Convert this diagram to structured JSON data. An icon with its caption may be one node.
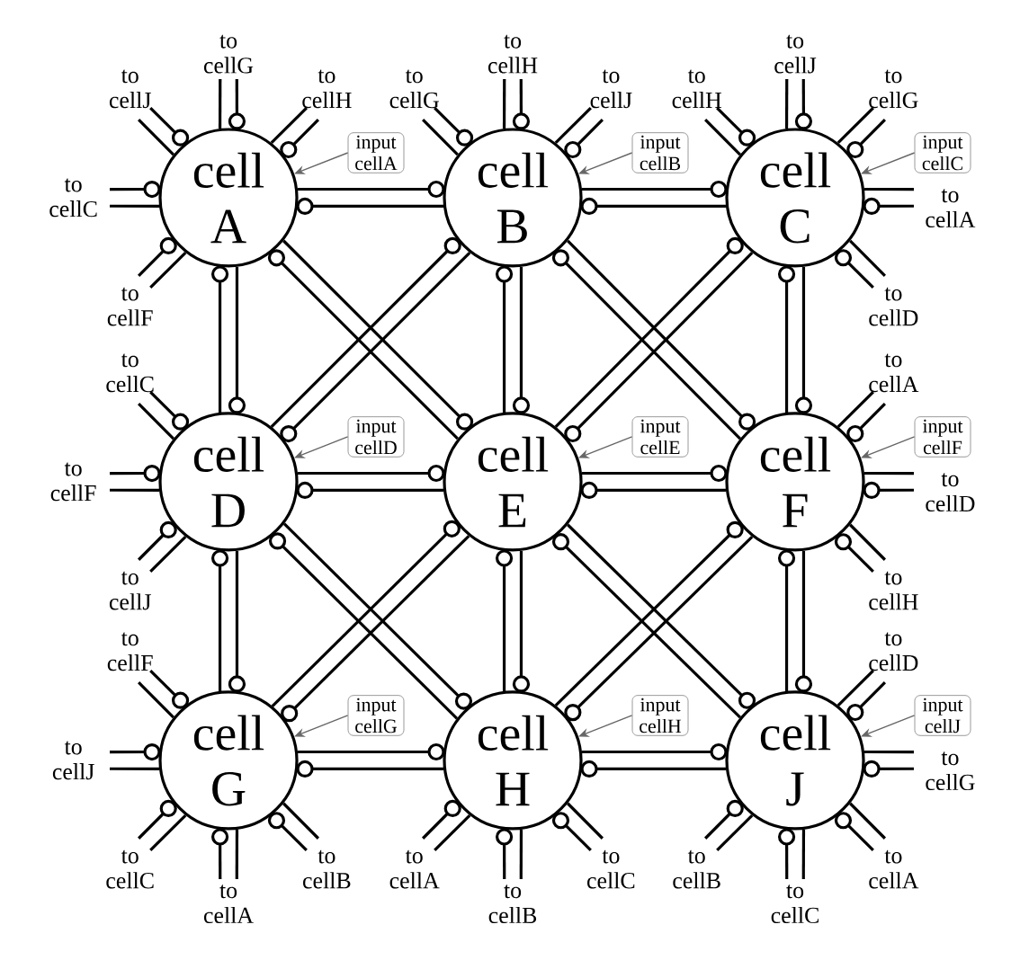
{
  "diagram": {
    "nodes": [
      {
        "text": [
          "cell",
          "A"
        ]
      },
      {
        "text": [
          "cell",
          "B"
        ]
      },
      {
        "text": [
          "cell",
          "C"
        ]
      },
      {
        "text": [
          "cell",
          "D"
        ]
      },
      {
        "text": [
          "cell",
          "E"
        ]
      },
      {
        "text": [
          "cell",
          "F"
        ]
      },
      {
        "text": [
          "cell",
          "G"
        ]
      },
      {
        "text": [
          "cell",
          "H"
        ]
      },
      {
        "text": [
          "cell",
          "J"
        ]
      },
      {
        "text": [
          "input cellA"
        ]
      },
      {
        "text": [
          "input cellB"
        ]
      },
      {
        "text": [
          "input cellC"
        ]
      },
      {
        "text": [
          "input cellD"
        ]
      },
      {
        "text": [
          "input cellE"
        ]
      },
      {
        "text": [
          "input cellF"
        ]
      },
      {
        "text": [
          "input cellG"
        ]
      },
      {
        "text": [
          "input cellH"
        ]
      },
      {
        "text": [
          "input cellJ"
        ]
      },
      {
        "text": [
          "to cellJ"
        ]
      },
      {
        "text": [
          "to cellG"
        ]
      },
      {
        "text": [
          "to cellH"
        ]
      },
      {
        "text": [
          "to cellC"
        ]
      },
      {
        "text": [
          "to cellF"
        ]
      },
      {
        "text": [
          "to cellG"
        ]
      },
      {
        "text": [
          "to cellH"
        ]
      },
      {
        "text": [
          "to cellJ"
        ]
      },
      {
        "text": [
          "to cellH"
        ]
      },
      {
        "text": [
          "to cellJ"
        ]
      },
      {
        "text": [
          "to cellG"
        ]
      },
      {
        "text": [
          "to cellA"
        ]
      },
      {
        "text": [
          "to cellD"
        ]
      },
      {
        "text": [
          "to cellC"
        ]
      },
      {
        "text": [
          "to cellF"
        ]
      },
      {
        "text": [
          "to cellJ"
        ]
      },
      {
        "text": [
          "to cellA"
        ]
      },
      {
        "text": [
          "to cellD"
        ]
      },
      {
        "text": [
          "to cellH"
        ]
      },
      {
        "text": [
          "to cellF"
        ]
      },
      {
        "text": [
          "to cellJ"
        ]
      },
      {
        "text": [
          "to cellC"
        ]
      },
      {
        "text": [
          "to cellA"
        ]
      },
      {
        "text": [
          "to cellB"
        ]
      },
      {
        "text": [
          "to cellA"
        ]
      },
      {
        "text": [
          "to cellB"
        ]
      },
      {
        "text": [
          "to cellC"
        ]
      },
      {
        "text": [
          "to cellD"
        ]
      },
      {
        "text": [
          "to cellG"
        ]
      },
      {
        "text": [
          "to cellA"
        ]
      },
      {
        "text": [
          "to cellC"
        ]
      },
      {
        "text": [
          "to cellB"
        ]
      }
    ],
    "edges": [
      {
        "from": 0,
        "to": 1,
        "arrow": "other"
      },
      {
        "from": 1,
        "to": 0,
        "arrow": "other"
      },
      {
        "from": 1,
        "to": 2,
        "arrow": "other"
      },
      {
        "from": 2,
        "to": 1,
        "arrow": "other"
      },
      {
        "from": 3,
        "to": 4,
        "arrow": "other"
      },
      {
        "from": 4,
        "to": 3,
        "arrow": "other"
      },
      {
        "from": 4,
        "to": 5,
        "arrow": "other"
      },
      {
        "from": 5,
        "to": 4,
        "arrow": "other"
      },
      {
        "from": 6,
        "to": 7,
        "arrow": "other"
      },
      {
        "from": 7,
        "to": 6,
        "arrow": "other"
      },
      {
        "from": 7,
        "to": 8,
        "arrow": "other"
      },
      {
        "from": 8,
        "to": 7,
        "arrow": "other"
      },
      {
        "from": 0,
        "to": 3,
        "arrow": "other"
      },
      {
        "from": 3,
        "to": 0,
        "arrow": "other"
      },
      {
        "from": 3,
        "to": 6,
        "arrow": "other"
      },
      {
        "from": 6,
        "to": 3,
        "arrow": "other"
      },
      {
        "from": 1,
        "to": 4,
        "arrow": "other"
      },
      {
        "from": 4,
        "to": 1,
        "arrow": "other"
      },
      {
        "from": 4,
        "to": 7,
        "arrow": "other"
      },
      {
        "from": 7,
        "to": 4,
        "arrow": "other"
      },
      {
        "from": 2,
        "to": 5,
        "arrow": "other"
      },
      {
        "from": 5,
        "to": 2,
        "arrow": "other"
      },
      {
        "from": 5,
        "to": 8,
        "arrow": "other"
      },
      {
        "from": 8,
        "to": 5,
        "arrow": "other"
      },
      {
        "from": 0,
        "to": 4,
        "arrow": "other"
      },
      {
        "from": 4,
        "to": 0,
        "arrow": "other"
      },
      {
        "from": 1,
        "to": 3,
        "arrow": "other"
      },
      {
        "from": 3,
        "to": 1,
        "arrow": "other"
      },
      {
        "from": 1,
        "to": 5,
        "arrow": "other"
      },
      {
        "from": 5,
        "to": 1,
        "arrow": "other"
      },
      {
        "from": 2,
        "to": 4,
        "arrow": "other"
      },
      {
        "from": 4,
        "to": 2,
        "arrow": "other"
      },
      {
        "from": 3,
        "to": 7,
        "arrow": "other"
      },
      {
        "from": 7,
        "to": 3,
        "arrow": "other"
      },
      {
        "from": 4,
        "to": 6,
        "arrow": "other"
      },
      {
        "from": 6,
        "to": 4,
        "arrow": "other"
      },
      {
        "from": 4,
        "to": 8,
        "arrow": "other"
      },
      {
        "from": 8,
        "to": 4,
        "arrow": "other"
      },
      {
        "from": 5,
        "to": 7,
        "arrow": "other"
      },
      {
        "from": 7,
        "to": 5,
        "arrow": "other"
      },
      {
        "from": 18,
        "to": 0,
        "arrow": "other"
      },
      {
        "from": 0,
        "to": 18,
        "arrow": "none"
      },
      {
        "from": 19,
        "to": 0,
        "arrow": "other"
      },
      {
        "from": 0,
        "to": 19,
        "arrow": "none"
      },
      {
        "from": 20,
        "to": 0,
        "arrow": "other"
      },
      {
        "from": 0,
        "to": 20,
        "arrow": "none"
      },
      {
        "from": 21,
        "to": 0,
        "arrow": "other"
      },
      {
        "from": 0,
        "to": 21,
        "arrow": "none"
      },
      {
        "from": 22,
        "to": 0,
        "arrow": "other"
      },
      {
        "from": 0,
        "to": 22,
        "arrow": "none"
      },
      {
        "from": 23,
        "to": 1,
        "arrow": "other"
      },
      {
        "from": 1,
        "to": 23,
        "arrow": "none"
      },
      {
        "from": 24,
        "to": 1,
        "arrow": "other"
      },
      {
        "from": 1,
        "to": 24,
        "arrow": "none"
      },
      {
        "from": 25,
        "to": 1,
        "arrow": "other"
      },
      {
        "from": 1,
        "to": 25,
        "arrow": "none"
      },
      {
        "from": 26,
        "to": 2,
        "arrow": "other"
      },
      {
        "from": 2,
        "to": 26,
        "arrow": "none"
      },
      {
        "from": 27,
        "to": 2,
        "arrow": "other"
      },
      {
        "from": 2,
        "to": 27,
        "arrow": "none"
      },
      {
        "from": 28,
        "to": 2,
        "arrow": "other"
      },
      {
        "from": 2,
        "to": 28,
        "arrow": "none"
      },
      {
        "from": 29,
        "to": 2,
        "arrow": "other"
      },
      {
        "from": 2,
        "to": 29,
        "arrow": "none"
      },
      {
        "from": 30,
        "to": 2,
        "arrow": "other"
      },
      {
        "from": 2,
        "to": 30,
        "arrow": "none"
      },
      {
        "from": 31,
        "to": 3,
        "arrow": "other"
      },
      {
        "from": 3,
        "to": 31,
        "arrow": "none"
      },
      {
        "from": 32,
        "to": 3,
        "arrow": "other"
      },
      {
        "from": 3,
        "to": 32,
        "arrow": "none"
      },
      {
        "from": 33,
        "to": 3,
        "arrow": "other"
      },
      {
        "from": 3,
        "to": 33,
        "arrow": "none"
      },
      {
        "from": 34,
        "to": 5,
        "arrow": "other"
      },
      {
        "from": 5,
        "to": 34,
        "arrow": "none"
      },
      {
        "from": 35,
        "to": 5,
        "arrow": "other"
      },
      {
        "from": 5,
        "to": 35,
        "arrow": "none"
      },
      {
        "from": 36,
        "to": 5,
        "arrow": "other"
      },
      {
        "from": 5,
        "to": 36,
        "arrow": "none"
      },
      {
        "from": 37,
        "to": 6,
        "arrow": "other"
      },
      {
        "from": 6,
        "to": 37,
        "arrow": "none"
      },
      {
        "from": 38,
        "to": 6,
        "arrow": "other"
      },
      {
        "from": 6,
        "to": 38,
        "arrow": "none"
      },
      {
        "from": 39,
        "to": 6,
        "arrow": "other"
      },
      {
        "from": 6,
        "to": 39,
        "arrow": "none"
      },
      {
        "from": 40,
        "to": 6,
        "arrow": "other"
      },
      {
        "from": 6,
        "to": 40,
        "arrow": "none"
      },
      {
        "from": 41,
        "to": 6,
        "arrow": "other"
      },
      {
        "from": 6,
        "to": 41,
        "arrow": "none"
      },
      {
        "from": 42,
        "to": 7,
        "arrow": "other"
      },
      {
        "from": 7,
        "to": 42,
        "arrow": "none"
      },
      {
        "from": 43,
        "to": 7,
        "arrow": "other"
      },
      {
        "from": 7,
        "to": 43,
        "arrow": "none"
      },
      {
        "from": 44,
        "to": 7,
        "arrow": "other"
      },
      {
        "from": 7,
        "to": 44,
        "arrow": "none"
      },
      {
        "from": 45,
        "to": 8,
        "arrow": "other"
      },
      {
        "from": 8,
        "to": 45,
        "arrow": "none"
      },
      {
        "from": 46,
        "to": 8,
        "arrow": "other"
      },
      {
        "from": 8,
        "to": 46,
        "arrow": "none"
      },
      {
        "from": 47,
        "to": 8,
        "arrow": "other"
      },
      {
        "from": 8,
        "to": 47,
        "arrow": "none"
      },
      {
        "from": 48,
        "to": 8,
        "arrow": "other"
      },
      {
        "from": 8,
        "to": 48,
        "arrow": "none"
      },
      {
        "from": 49,
        "to": 8,
        "arrow": "other"
      },
      {
        "from": 8,
        "to": 49,
        "arrow": "none"
      },
      {
        "from": 9,
        "to": 0,
        "arrow": "to",
        "color": "#666666"
      },
      {
        "from": 10,
        "to": 1,
        "arrow": "to",
        "color": "#666666"
      },
      {
        "from": 11,
        "to": 2,
        "arrow": "to",
        "color": "#666666"
      },
      {
        "from": 12,
        "to": 3,
        "arrow": "to",
        "color": "#666666"
      },
      {
        "from": 13,
        "to": 4,
        "arrow": "to",
        "color": "#666666"
      },
      {
        "from": 14,
        "to": 5,
        "arrow": "to",
        "color": "#666666"
      },
      {
        "from": 15,
        "to": 6,
        "arrow": "to",
        "color": "#666666"
      },
      {
        "from": 16,
        "to": 7,
        "arrow": "to",
        "color": "#666666"
      },
      {
        "from": 17,
        "to": 8,
        "arrow": "to",
        "color": "#666666"
      }
    ]
  }
}
